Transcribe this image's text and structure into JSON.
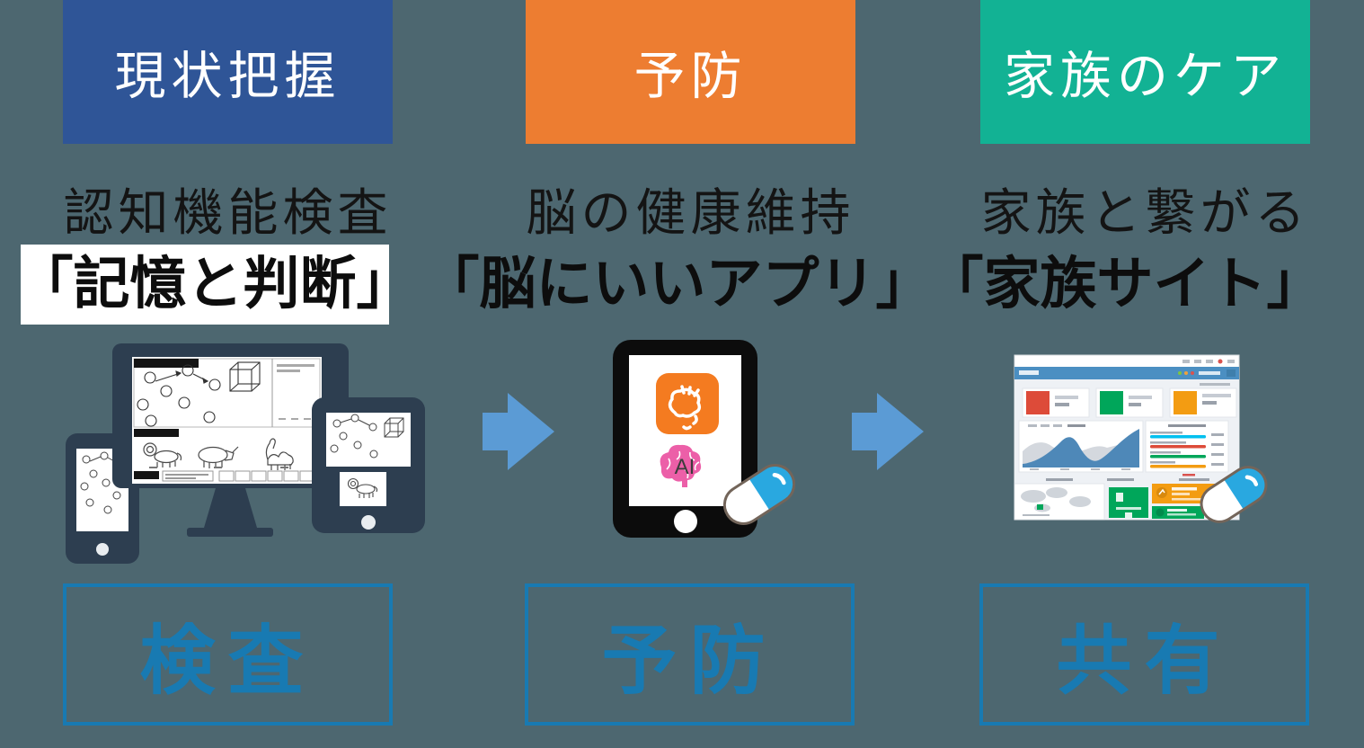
{
  "page": {
    "background": "#4d6770"
  },
  "colors": {
    "header_blue": "#2f5597",
    "header_orange": "#ed7d31",
    "header_green": "#12b294",
    "arrow_blue": "#5b9bd5",
    "outline_blue": "#187ab2",
    "device_dark": "#2d3e50",
    "pill_blue": "#29a8e0",
    "app_icon_orange": "#f47b20",
    "brain_pink": "#ec5fa8"
  },
  "columns": [
    {
      "header": {
        "label": "現状把握",
        "color": "#2f5597"
      },
      "subtitle": "認知機能検査",
      "product": "「記憶と判断」",
      "bottom_label": "検査"
    },
    {
      "header": {
        "label": "予防",
        "color": "#ed7d31"
      },
      "subtitle": "脳の健康維持",
      "product": "「脳にいいアプリ」",
      "bottom_label": "予防"
    },
    {
      "header": {
        "label": "家族のケア",
        "color": "#12b294"
      },
      "subtitle": "家族と繋がる",
      "product": "「家族サイト」",
      "bottom_label": "共有"
    }
  ],
  "illustrations": {
    "tablet_app": {
      "ai_label": "AI"
    }
  }
}
